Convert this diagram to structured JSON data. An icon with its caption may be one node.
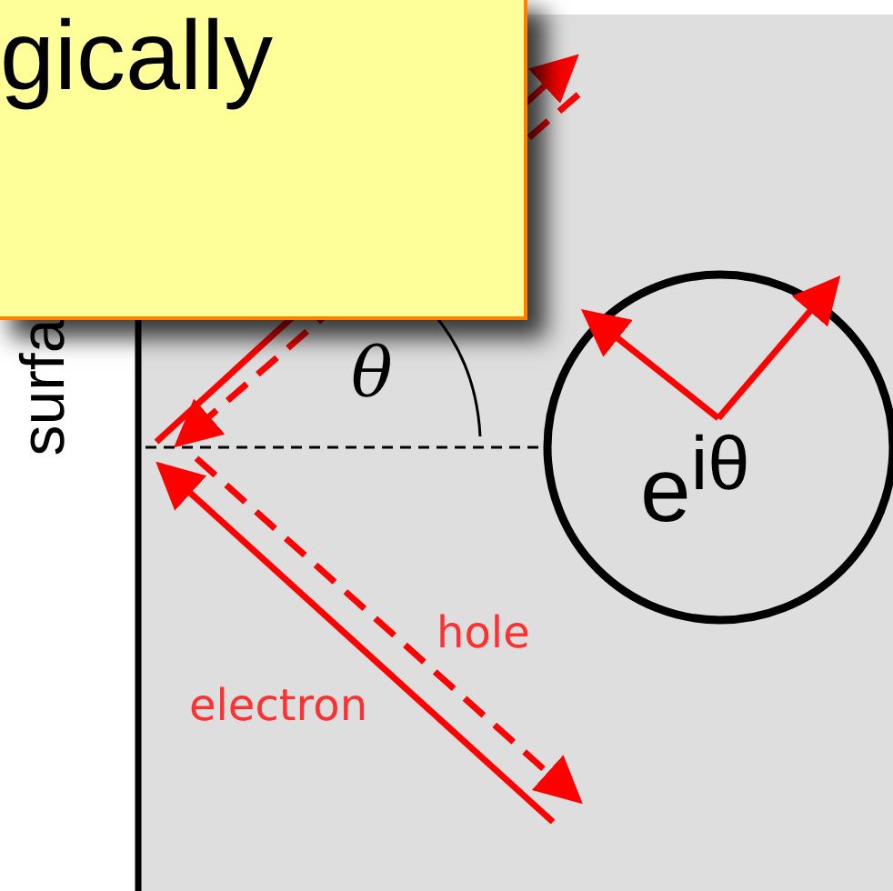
{
  "diagram": {
    "nodes": [
      {
        "text": [
          "gically"
        ]
      },
      {
        "text": [
          "e$^{iθ}$"
        ]
      }
    ],
    "labels": [
      "surfa",
      "θ",
      "hole",
      "electron"
    ]
  }
}
